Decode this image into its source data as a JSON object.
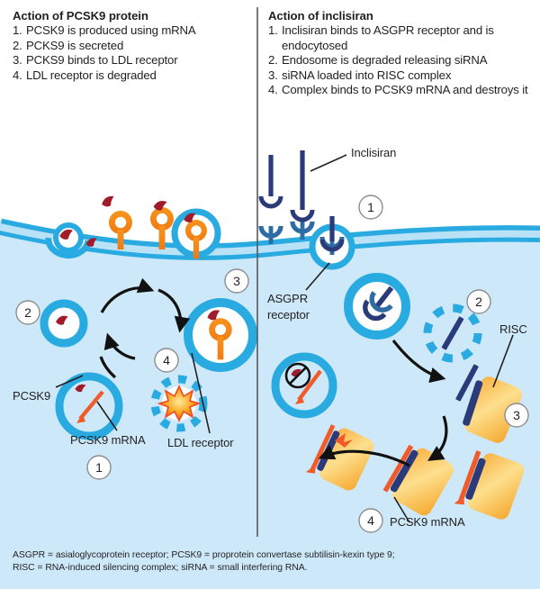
{
  "figure": {
    "background": "#d6ecfa",
    "cell_fill": "#cde9f9",
    "membrane_color": "#29abe2",
    "membrane_inner": "#b9e2f7",
    "extracellular": "#ffffff",
    "pcsk9_color": "#a01c2a",
    "ldl_receptor_color": "#f7941e",
    "inclisiran_color": "#2b3a79",
    "asgpr_color": "#2e6da4",
    "risc_color": "#fbb040",
    "mrna_color": "#f15a29",
    "divider_color": "#58595b"
  },
  "left_panel": {
    "title": "Action of PCSK9 protein",
    "steps": [
      {
        "num": "1.",
        "text": "PCSK9 is produced using mRNA"
      },
      {
        "num": "2.",
        "text": "PCKS9 is secreted"
      },
      {
        "num": "3.",
        "text": "PCKS9 binds to LDL receptor"
      },
      {
        "num": "4.",
        "text": "LDL receptor is degraded"
      }
    ]
  },
  "right_panel": {
    "title": "Action of inclisiran",
    "steps": [
      {
        "num": "1.",
        "text": "Inclisiran binds to ASGPR receptor and is endocytosed"
      },
      {
        "num": "2.",
        "text": "Endosome is degraded releasing siRNA"
      },
      {
        "num": "3.",
        "text": "siRNA loaded into RISC complex"
      },
      {
        "num": "4.",
        "text": "Complex binds to PCSK9 mRNA and destroys it"
      }
    ]
  },
  "labels": {
    "pcsk9": "PCSK9",
    "pcsk9_mrna_left": "PCSK9 mRNA",
    "ldl_receptor": "LDL receptor",
    "inclisiran": "Inclisiran",
    "asgpr_line1": "ASGPR",
    "asgpr_line2": "receptor",
    "risc": "RISC",
    "pcsk9_mrna_right": "PCSK9 mRNA"
  },
  "step_markers": {
    "left": [
      "1",
      "2",
      "3",
      "4"
    ],
    "right": [
      "1",
      "2",
      "3",
      "4"
    ]
  },
  "footnote": {
    "line1": "ASGPR =  asialoglycoprotein receptor; PCSK9 = proprotein convertase subtilisin-kexin type 9;",
    "line2": "RISC = RNA-induced silencing complex; siRNA = small interfering RNA."
  }
}
